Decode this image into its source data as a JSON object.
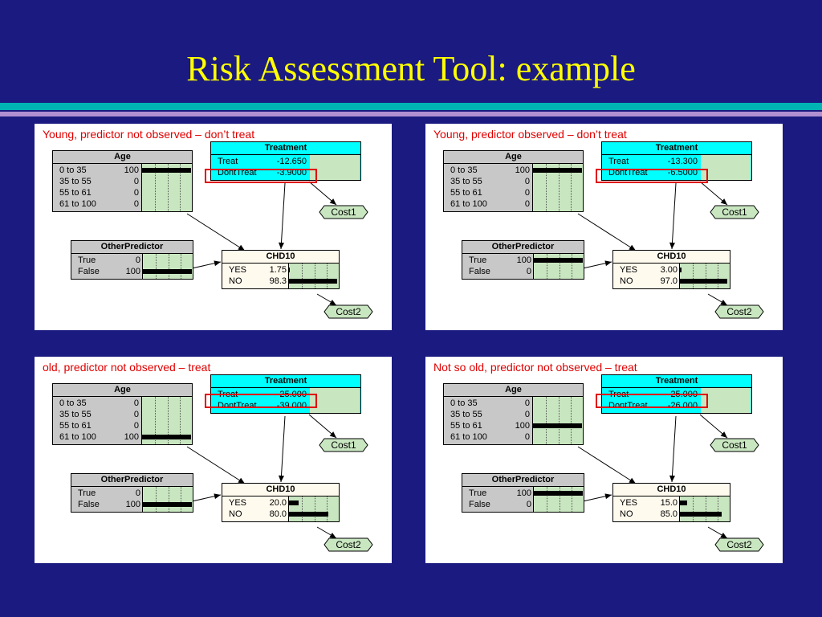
{
  "slide": {
    "title": "Risk Assessment Tool: example"
  },
  "colors": {
    "background": "#1a1a80",
    "title": "#ffff00",
    "caption": "#e00000",
    "treatment_header": "#00ffff",
    "belief_bar_zone": "#c8e6c0",
    "highlight": "#e00000"
  },
  "panels": [
    {
      "caption": "Young, predictor not observed – don’t treat",
      "treatment": {
        "title": "Treatment",
        "rows": [
          {
            "label": "Treat",
            "value": "-12.650"
          },
          {
            "label": "DontTreat",
            "value": "-3.9000"
          }
        ],
        "highlight_index": 1
      },
      "age": {
        "title": "Age",
        "rows": [
          {
            "label": "0 to 35",
            "value": "100",
            "p": 1.0
          },
          {
            "label": "35 to 55",
            "value": "0",
            "p": 0
          },
          {
            "label": "55 to 61",
            "value": "0",
            "p": 0
          },
          {
            "label": "61 to 100",
            "value": "0",
            "p": 0
          }
        ]
      },
      "other": {
        "title": "OtherPredictor",
        "rows": [
          {
            "label": "True",
            "value": "0",
            "p": 0
          },
          {
            "label": "False",
            "value": "100",
            "p": 1.0
          }
        ]
      },
      "chd": {
        "title": "CHD10",
        "rows": [
          {
            "label": "YES",
            "value": "1.75",
            "p": 0.0175
          },
          {
            "label": "NO",
            "value": "98.3",
            "p": 0.983
          }
        ]
      },
      "cost1": "Cost1",
      "cost2": "Cost2"
    },
    {
      "caption": "Young, predictor observed – don’t treat",
      "treatment": {
        "title": "Treatment",
        "rows": [
          {
            "label": "Treat",
            "value": "-13.300"
          },
          {
            "label": "DontTreat",
            "value": "-6.5000"
          }
        ],
        "highlight_index": 1
      },
      "age": {
        "title": "Age",
        "rows": [
          {
            "label": "0 to 35",
            "value": "100",
            "p": 1.0
          },
          {
            "label": "35 to 55",
            "value": "0",
            "p": 0
          },
          {
            "label": "55 to 61",
            "value": "0",
            "p": 0
          },
          {
            "label": "61 to 100",
            "value": "0",
            "p": 0
          }
        ]
      },
      "other": {
        "title": "OtherPredictor",
        "rows": [
          {
            "label": "True",
            "value": "100",
            "p": 1.0
          },
          {
            "label": "False",
            "value": "0",
            "p": 0
          }
        ]
      },
      "chd": {
        "title": "CHD10",
        "rows": [
          {
            "label": "YES",
            "value": "3.00",
            "p": 0.03
          },
          {
            "label": "NO",
            "value": "97.0",
            "p": 0.97
          }
        ]
      },
      "cost1": "Cost1",
      "cost2": "Cost2"
    },
    {
      "caption": "old, predictor not observed – treat",
      "treatment": {
        "title": "Treatment",
        "rows": [
          {
            "label": "Treat",
            "value": "-25.000"
          },
          {
            "label": "DontTreat",
            "value": "-39.000"
          }
        ],
        "highlight_index": 0
      },
      "age": {
        "title": "Age",
        "rows": [
          {
            "label": "0 to 35",
            "value": "0",
            "p": 0
          },
          {
            "label": "35 to 55",
            "value": "0",
            "p": 0
          },
          {
            "label": "55 to 61",
            "value": "0",
            "p": 0
          },
          {
            "label": "61 to 100",
            "value": "100",
            "p": 1.0
          }
        ]
      },
      "other": {
        "title": "OtherPredictor",
        "rows": [
          {
            "label": "True",
            "value": "0",
            "p": 0
          },
          {
            "label": "False",
            "value": "100",
            "p": 1.0
          }
        ]
      },
      "chd": {
        "title": "CHD10",
        "rows": [
          {
            "label": "YES",
            "value": "20.0",
            "p": 0.2
          },
          {
            "label": "NO",
            "value": "80.0",
            "p": 0.8
          }
        ]
      },
      "cost1": "Cost1",
      "cost2": "Cost2"
    },
    {
      "caption": "Not so old, predictor not observed – treat",
      "treatment": {
        "title": "Treatment",
        "rows": [
          {
            "label": "Treat",
            "value": "-25.000"
          },
          {
            "label": "DontTreat",
            "value": "-26.000"
          }
        ],
        "highlight_index": 0
      },
      "age": {
        "title": "Age",
        "rows": [
          {
            "label": "0 to 35",
            "value": "0",
            "p": 0
          },
          {
            "label": "35 to 55",
            "value": "0",
            "p": 0
          },
          {
            "label": "55 to 61",
            "value": "100",
            "p": 1.0
          },
          {
            "label": "61 to 100",
            "value": "0",
            "p": 0
          }
        ]
      },
      "other": {
        "title": "OtherPredictor",
        "rows": [
          {
            "label": "True",
            "value": "100",
            "p": 1.0
          },
          {
            "label": "False",
            "value": "0",
            "p": 0
          }
        ]
      },
      "chd": {
        "title": "CHD10",
        "rows": [
          {
            "label": "YES",
            "value": "15.0",
            "p": 0.15
          },
          {
            "label": "NO",
            "value": "85.0",
            "p": 0.85
          }
        ]
      },
      "cost1": "Cost1",
      "cost2": "Cost2"
    }
  ]
}
